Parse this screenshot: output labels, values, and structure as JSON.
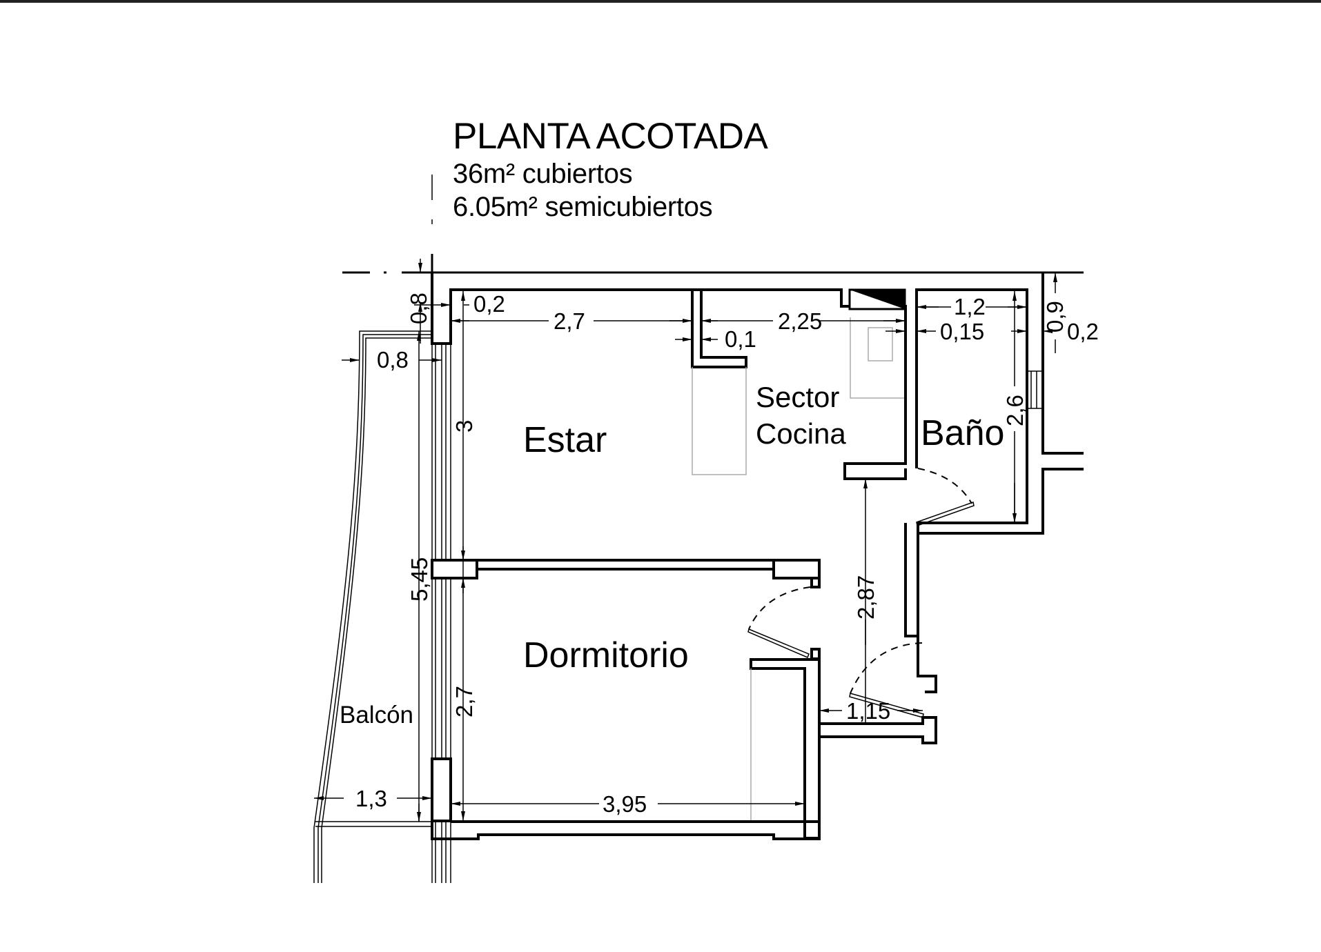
{
  "header": {
    "title": "PLANTA ACOTADA",
    "covered_area": "36m² cubiertos",
    "semicovered_area": "6.05m² semicubiertos"
  },
  "rooms": {
    "estar": "Estar",
    "cocina_line1": "Sector",
    "cocina_line2": "Cocina",
    "bano": "Baño",
    "dormitorio": "Dormitorio",
    "balcon": "Balcón"
  },
  "dimensions": {
    "top_left_wall_height": "0,8",
    "left_wall_thickness": "0,2",
    "estar_width": "2,7",
    "partition_thickness": "0,1",
    "cocina_width": "2,25",
    "bano_wall_thickness": "0,15",
    "bano_width": "1,2",
    "right_offset": "0,9",
    "right_wall_thickness": "0,2",
    "balcony_top_width": "0,8",
    "estar_depth": "3",
    "bano_depth": "2,6",
    "total_depth": "5,45",
    "hall_depth": "2,87",
    "dormitorio_depth": "2,7",
    "entry_width": "1,15",
    "balcony_width": "1,3",
    "dormitorio_width": "3,95"
  }
}
